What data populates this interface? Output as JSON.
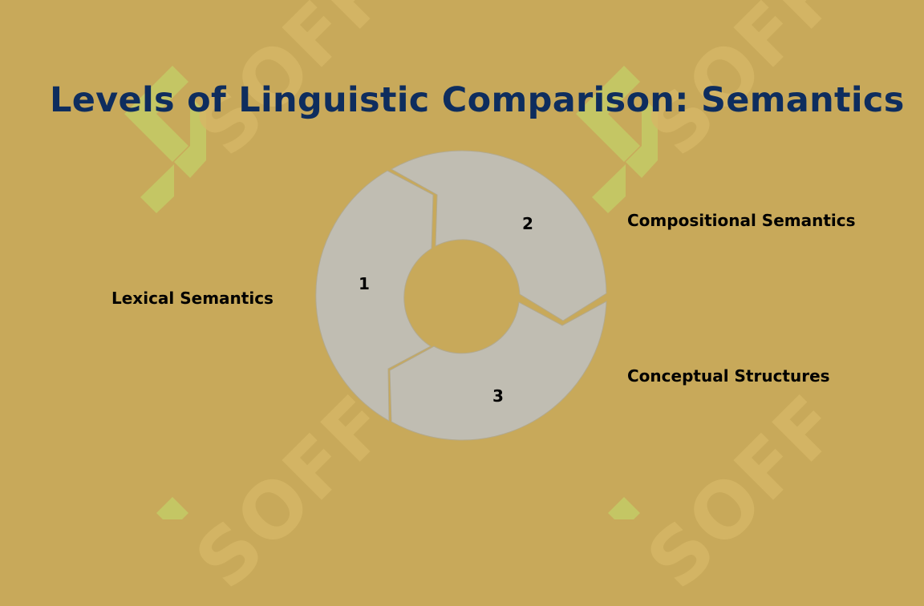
{
  "slide": {
    "title": "Levels of Linguistic Comparison: Semantics",
    "watermark_text": "SOFF"
  },
  "diagram": {
    "type": "segmented-ring",
    "segments": [
      {
        "number": "1",
        "label": "Lexical Semantics"
      },
      {
        "number": "2",
        "label": "Compositional Semantics"
      },
      {
        "number": "3",
        "label": "Conceptual Structures"
      }
    ]
  },
  "colors": {
    "background": "#C8A95A",
    "title": "#0E2D5E",
    "segment_fill": "#C0BDB2",
    "watermark_logo": "#C4C664",
    "watermark_text": "#D6B766",
    "label_text": "#000000"
  }
}
